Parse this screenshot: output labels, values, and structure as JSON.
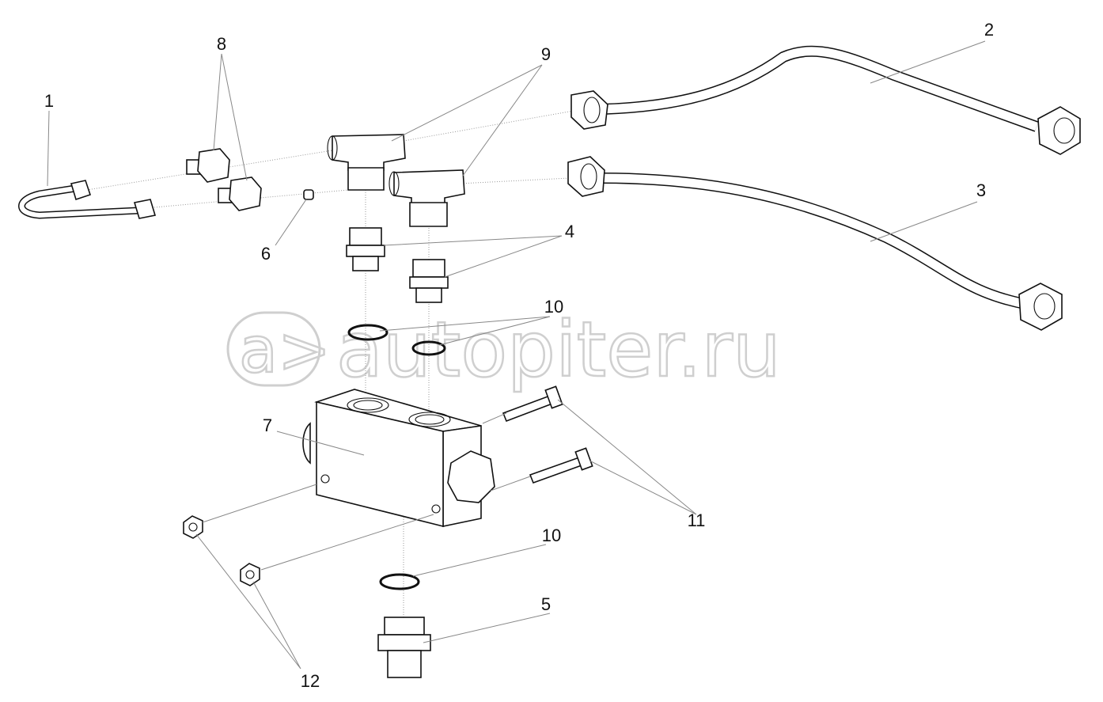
{
  "watermark": {
    "text": "autopiter.ru",
    "logo": "autopiter-logo"
  },
  "callouts": {
    "c1": "1",
    "c2": "2",
    "c3": "3",
    "c4": "4",
    "c5": "5",
    "c6": "6",
    "c7": "7",
    "c8": "8",
    "c9": "9",
    "c10a": "10",
    "c10b": "10",
    "c11": "11",
    "c12": "12"
  },
  "colors": {
    "line": "#111111",
    "leader": "#888888",
    "watermark": "#cfcfcf"
  }
}
